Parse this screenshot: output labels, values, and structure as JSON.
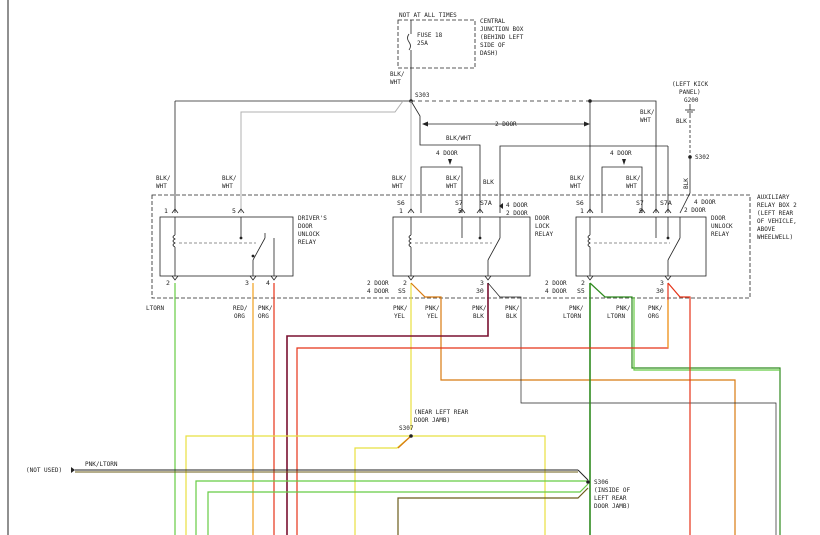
{
  "wire_colors": {
    "black": "#222222",
    "gray": "#b0b0b0",
    "light_green": "#66cc44",
    "green": "#2f8a1f",
    "orange": "#f0a020",
    "red": "#e53318",
    "yellow": "#e8e040",
    "maroon": "#7a1030",
    "olive": "#6b5c1a",
    "dark_orange": "#d87a10"
  },
  "fuse": {
    "header": "NOT AT ALL TIMES",
    "name": "FUSE 18",
    "rating": "25A",
    "location": [
      "CENTRAL",
      "JUNCTION BOX",
      "(BEHIND LEFT",
      "SIDE OF",
      "DASH)"
    ]
  },
  "wire_labels": {
    "blk_wht": [
      "BLK/",
      "WHT"
    ],
    "blk_wht_single": "BLK/WHT",
    "blk_wht_sp": [
      "BLK/",
      "WHT"
    ],
    "blk": "BLK",
    "ltorn": "LTORN",
    "red_org": [
      "RED/",
      "ORG"
    ],
    "pnk_org": [
      "PNK/",
      "ORG"
    ],
    "pnk_yel": [
      "PNK/",
      "YEL"
    ],
    "pnk_blk": [
      "PNK/",
      "BLK"
    ],
    "pnk_ltorn": [
      "PNK/",
      "LTORN"
    ],
    "pnk_ltorn_single": "PNK/LTORN"
  },
  "splices": {
    "s303": "S303",
    "s302": "S302",
    "s307": "S307",
    "s306": "S306"
  },
  "ground": {
    "lines": [
      "(LEFT KICK",
      "PANEL)",
      "G200"
    ]
  },
  "door_labels": {
    "two_door": "2 DOOR",
    "four_door": "4 DOOR"
  },
  "relays": {
    "drivers": [
      "DRIVER'S",
      "DOOR",
      "UNLOCK",
      "RELAY"
    ],
    "lock": [
      "DOOR",
      "LOCK",
      "RELAY"
    ],
    "unlock": [
      "DOOR",
      "UNLOCK",
      "RELAY"
    ]
  },
  "aux_box": [
    "AUXILIARY",
    "RELAY BOX 2",
    "(LEFT REAR",
    "OF VEHICLE,",
    "ABOVE",
    "WHEELWELL)"
  ],
  "pins": {
    "p1": "1",
    "p2": "2",
    "p3": "3",
    "p4": "4",
    "p5": "5",
    "s6": "S6",
    "s7": "S7",
    "s7a": "S7A",
    "s5": "S5",
    "p30": "30"
  },
  "s307_location": [
    "(NEAR LEFT REAR",
    "DOOR JAMB)"
  ],
  "s306_location": [
    "(INSIDE OF",
    "LEFT REAR",
    "DOOR JAMB)"
  ],
  "not_used": "(NOT USED)"
}
